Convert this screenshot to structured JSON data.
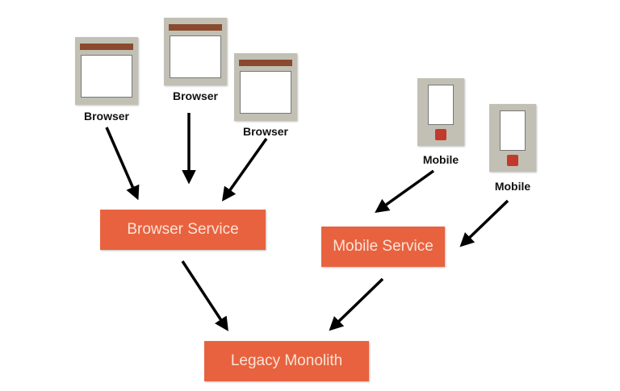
{
  "clients": {
    "browsers": [
      {
        "label": "Browser"
      },
      {
        "label": "Browser"
      },
      {
        "label": "Browser"
      }
    ],
    "mobiles": [
      {
        "label": "Mobile"
      },
      {
        "label": "Mobile"
      }
    ]
  },
  "services": {
    "browser_service": "Browser Service",
    "mobile_service": "Mobile Service",
    "legacy_monolith": "Legacy Monolith"
  },
  "colors": {
    "service_fill": "#e8623f",
    "service_text": "#fbe3d7",
    "device_body": "#c2c0b4",
    "browser_bar": "#8a4a2e",
    "mobile_button": "#c23a2c",
    "arrow": "#000000"
  },
  "edges": [
    {
      "from": "browser-1",
      "to": "browser-service"
    },
    {
      "from": "browser-2",
      "to": "browser-service"
    },
    {
      "from": "browser-3",
      "to": "browser-service"
    },
    {
      "from": "mobile-1",
      "to": "mobile-service"
    },
    {
      "from": "mobile-2",
      "to": "mobile-service"
    },
    {
      "from": "browser-service",
      "to": "legacy-monolith"
    },
    {
      "from": "mobile-service",
      "to": "legacy-monolith"
    }
  ]
}
